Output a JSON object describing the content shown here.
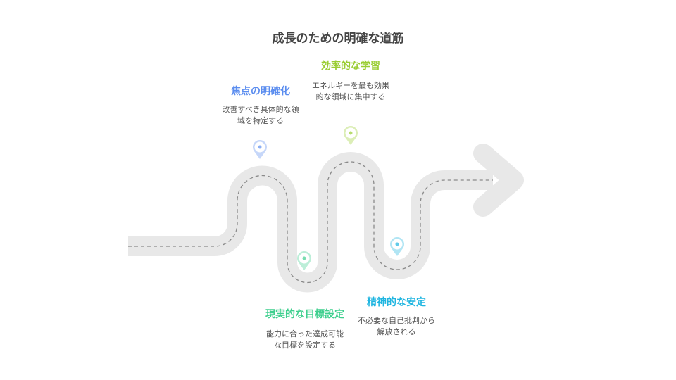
{
  "title": "成長のための明確な道筋",
  "steps": [
    {
      "heading": "焦点の明確化",
      "desc": "改善すべき具体的な領域を特定する",
      "color": "#5b8def",
      "icon": "map-pin-icon"
    },
    {
      "heading": "現実的な目標設定",
      "desc": "能力に合った達成可能な目標を設定する",
      "color": "#3ecf8e",
      "icon": "map-pin-icon"
    },
    {
      "heading": "効率的な学習",
      "desc": "エネルギーを最も効果的な領域に集中する",
      "color": "#9acd32",
      "icon": "map-pin-icon"
    },
    {
      "heading": "精神的な安定",
      "desc": "不必要な自己批判から解放される",
      "color": "#1fb5e0",
      "icon": "map-pin-icon"
    }
  ],
  "road_color": "#e8e8e8",
  "dash_color": "#8a8a8a"
}
